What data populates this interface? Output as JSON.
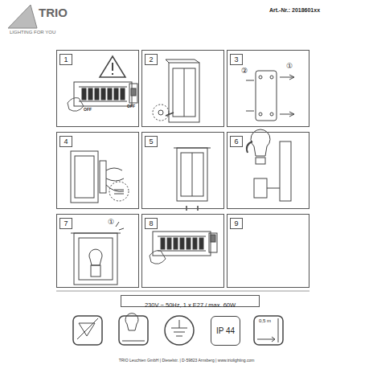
{
  "diagram": {
    "nodes": [
      {
        "text": [
          "1"
        ]
      },
      {
        "text": [
          "2"
        ]
      },
      {
        "text": [
          "3"
        ]
      },
      {
        "text": [
          "4"
        ]
      },
      {
        "text": [
          "5"
        ]
      },
      {
        "text": [
          "6"
        ]
      },
      {
        "text": [
          "7"
        ]
      },
      {
        "text": [
          "8"
        ]
      },
      {
        "text": [
          "9"
        ]
      },
      {
        "text": [
          "230V ~ 50Hz, 1 x E27 / max. 60W"
        ]
      },
      {
        "text": [
          "IP 44"
        ]
      }
    ],
    "labels": [
      "TRIO",
      "LIGHTING FOR YOU",
      "Art.-Nr.: 2018601xx",
      "OFF",
      "OFF",
      "②",
      "①",
      "①",
      "0,5 m",
      "TRIO Leuchten GmbH | Dieselstr. | D-59823 Arnsberg | www.triolighting.com"
    ]
  }
}
